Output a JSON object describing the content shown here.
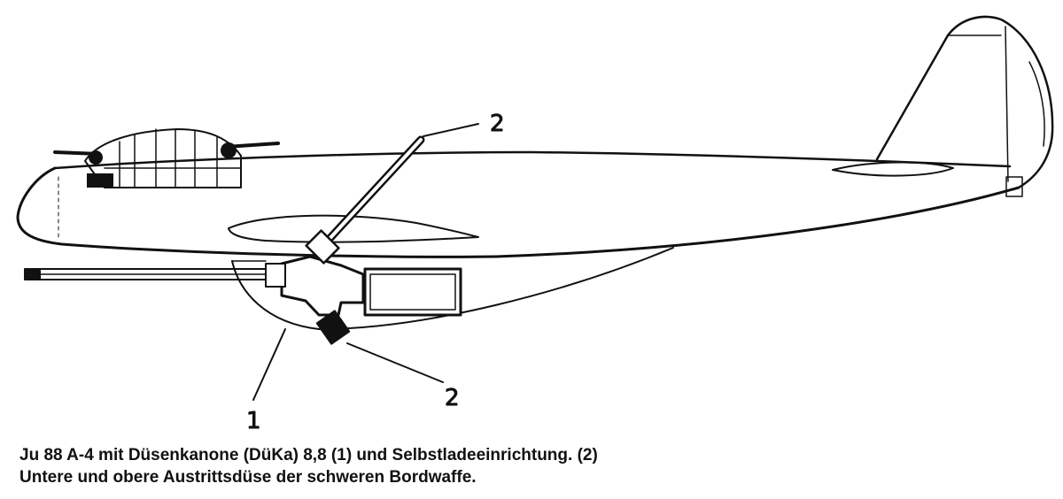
{
  "diagram": {
    "labels": {
      "upper_nozzle_callout": "2",
      "lower_nozzle_callout": "2",
      "cannon_callout": "1"
    }
  },
  "caption": {
    "line1": "Ju 88 A-4 mit Düsenkanone (DüKa) 8,8 (1)  und Selbstladeeinrichtung. (2)",
    "line2": "Untere und  obere Austrittsdüse der schweren Bordwaffe."
  }
}
